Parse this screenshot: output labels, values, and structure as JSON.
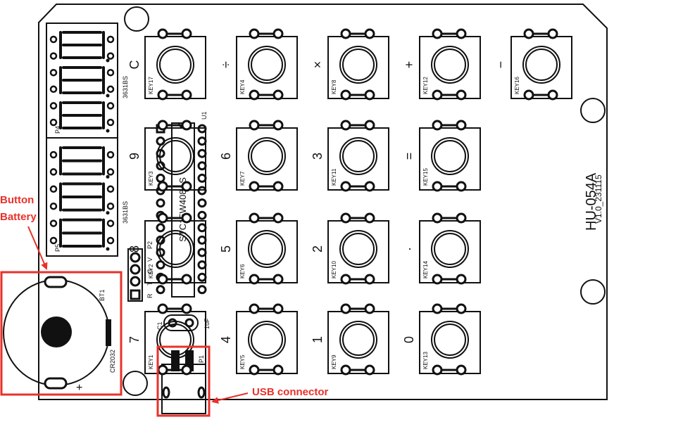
{
  "board": {
    "model": "HU-054A",
    "version": "V1.0_231115"
  },
  "displays": [
    {
      "ref": "P4",
      "part": "3631BS"
    },
    {
      "ref": "P5",
      "part": "3631BS"
    }
  ],
  "chip": {
    "ref": "U1",
    "part": "STC15W408AS"
  },
  "header": {
    "ref": "P2",
    "pins": [
      "R",
      "T",
      "G",
      "V"
    ]
  },
  "capacitor": {
    "ref": "C1",
    "value": "1uF"
  },
  "battery": {
    "ref": "BT1",
    "part": "CR2032",
    "plus": "+"
  },
  "usb": {
    "ref": "P1"
  },
  "keys": [
    {
      "label": "C",
      "ref": "KEY17"
    },
    {
      "label": "÷",
      "ref": "KEY4"
    },
    {
      "label": "×",
      "ref": "KEY8"
    },
    {
      "label": "+",
      "ref": "KEY12"
    },
    {
      "label": "−",
      "ref": "KEY16"
    },
    {
      "label": "9",
      "ref": "KEY3"
    },
    {
      "label": "6",
      "ref": "KEY7"
    },
    {
      "label": "3",
      "ref": "KEY11"
    },
    {
      "label": "=",
      "ref": "KEY15"
    },
    {
      "label": "8",
      "ref": "KEY2"
    },
    {
      "label": "5",
      "ref": "KEY6"
    },
    {
      "label": "2",
      "ref": "KEY10"
    },
    {
      "label": "·",
      "ref": "KEY14"
    },
    {
      "label": "7",
      "ref": "KEY1"
    },
    {
      "label": "4",
      "ref": "KEY5"
    },
    {
      "label": "1",
      "ref": "KEY9"
    },
    {
      "label": "0",
      "ref": "KEY13"
    }
  ],
  "annotations": {
    "battery_line1": "Button",
    "battery_line2": "Battery",
    "usb": "USB connector"
  },
  "colors": {
    "annotation": "#e8312a",
    "ink": "#111111"
  }
}
